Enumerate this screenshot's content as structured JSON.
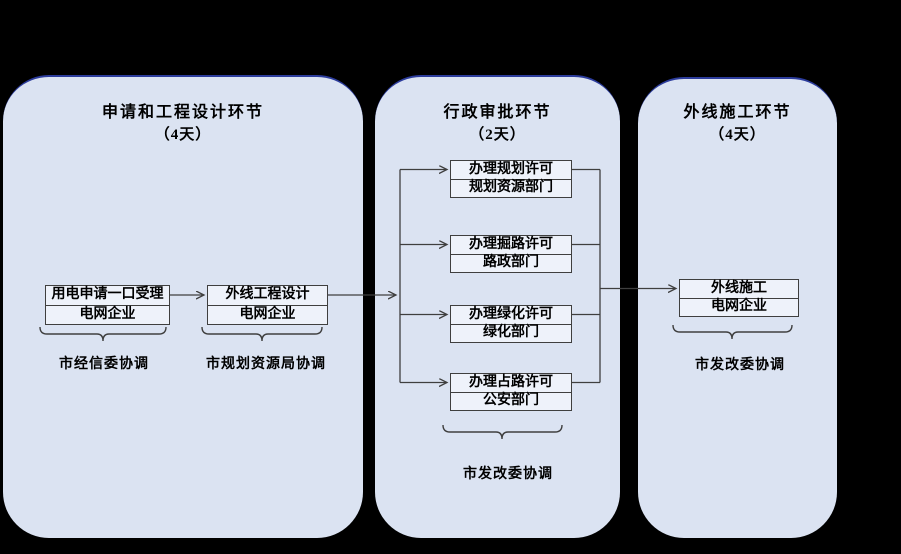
{
  "diagram": {
    "colors": {
      "background": "#000000",
      "panel_fill": "#dbe3f2",
      "panel_top_edge": "#2c3c9c",
      "node_fill": "#eef2fa",
      "line": "#3f3f3f",
      "text": "#000000"
    },
    "panels": [
      {
        "title": "申请和工程设计环节",
        "duration": "（4天）",
        "nodes": [
          {
            "task": "用电申请一口受理",
            "org": "电网企业"
          },
          {
            "task": "外线工程设计",
            "org": "电网企业"
          }
        ],
        "coordinators": [
          "市经信委协调",
          "市规划资源局协调"
        ]
      },
      {
        "title": "行政审批环节",
        "duration": "（2天）",
        "nodes": [
          {
            "task": "办理规划许可",
            "org": "规划资源部门"
          },
          {
            "task": "办理掘路许可",
            "org": "路政部门"
          },
          {
            "task": "办理绿化许可",
            "org": "绿化部门"
          },
          {
            "task": "办理占路许可",
            "org": "公安部门"
          }
        ],
        "coordinators": [
          "市发改委协调"
        ]
      },
      {
        "title": "外线施工环节",
        "duration": "（4天）",
        "nodes": [
          {
            "task": "外线施工",
            "org": "电网企业"
          }
        ],
        "coordinators": [
          "市发改委协调"
        ]
      }
    ]
  }
}
